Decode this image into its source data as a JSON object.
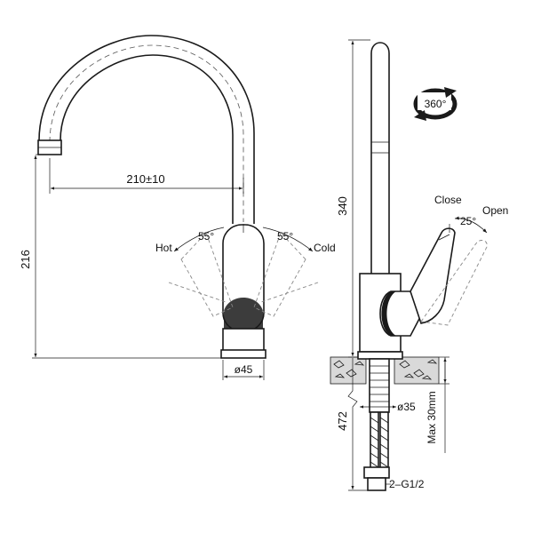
{
  "dimensions": {
    "reach": "210±10",
    "height_front": "216",
    "base_diameter": "ø45",
    "total_height": "340",
    "hose_length": "472",
    "hole_diameter": "ø35",
    "max_thickness": "Max 30mm",
    "connection": "2–G1/2"
  },
  "lever": {
    "hot_label": "Hot",
    "cold_label": "Cold",
    "hot_angle": "55°",
    "cold_angle": "55°",
    "close_label": "Close",
    "open_label": "Open",
    "tilt_angle": "25°"
  },
  "rotation": {
    "label": "360°"
  }
}
